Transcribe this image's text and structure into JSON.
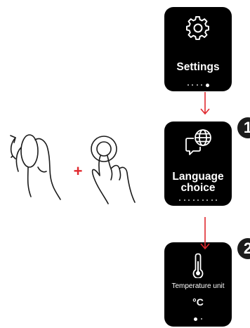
{
  "screens": [
    {
      "title": "Settings",
      "icon": "gear-icon",
      "dots": 5,
      "active_dot": 4
    },
    {
      "title_line1": "Language",
      "title_line2": "choice",
      "icon": "globe-chat-icon",
      "dots": 9,
      "active_dot": -1,
      "step_badge": "1"
    },
    {
      "label": "Temperature unit",
      "value": "°C",
      "icon": "thermometer-icon",
      "dots": 2,
      "active_dot": 0,
      "step_badge": "2"
    }
  ],
  "gestures": {
    "first": "rotate-crown-hand-icon",
    "combine": "+",
    "second": "press-button-hand-icon"
  },
  "colors": {
    "arrow": "#e0282e",
    "plus": "#e0282e",
    "screen": "#000000",
    "badge": "#1b1b1b"
  }
}
